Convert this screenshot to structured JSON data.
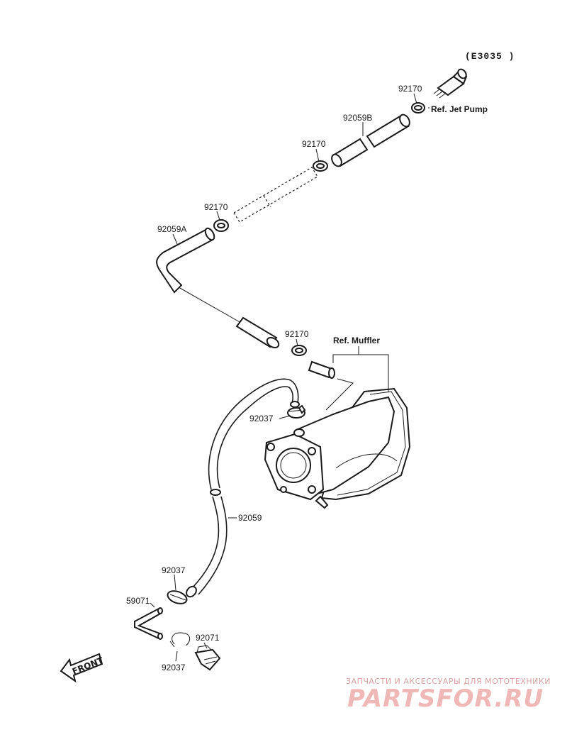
{
  "diagram_code": "(E3035 )",
  "labels": {
    "p1": "92170",
    "p2": "92059B",
    "p3": "92170",
    "p4": "92170",
    "p5": "92059A",
    "p6": "92170",
    "p7": "92037",
    "p8": "92059",
    "p9": "92037",
    "p10": "59071",
    "p11": "92071",
    "p12": "92037"
  },
  "refs": {
    "jet_pump": "Ref. Jet Pump",
    "muffler": "Ref. Muffler"
  },
  "front_label": "FRONT",
  "watermark": {
    "tagline": "ЗАПЧАСТИ И АКСЕССУАРЫ ДЛЯ МОТОТЕХНИКИ",
    "brand": "PARTSFOR.RU"
  }
}
